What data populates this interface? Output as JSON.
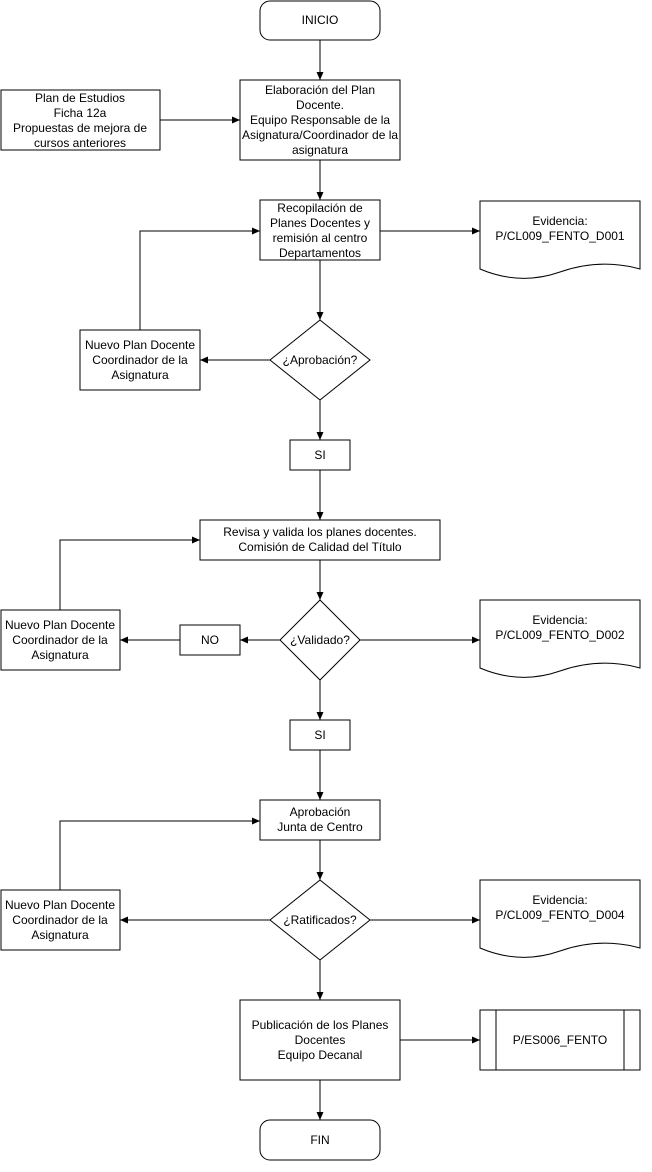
{
  "diagram": {
    "colors": {
      "stroke": "#000000",
      "fill": "#ffffff",
      "text": "#000000"
    },
    "nodes": {
      "inicio": [
        "INICIO"
      ],
      "inputs": [
        "Plan de Estudios",
        "Ficha 12a",
        "Propuestas de mejora de",
        "cursos anteriores"
      ],
      "elaboracion": [
        "Elaboración del Plan",
        "Docente.",
        "Equipo Responsable de la",
        "Asignatura/Coordinador de la",
        "asignatura"
      ],
      "recopilacion": [
        "Recopilación de",
        "Planes Docentes y",
        "remisión al centro",
        "Departamentos"
      ],
      "evidencia1": [
        "Evidencia:",
        "P/CL009_FENTO_D001"
      ],
      "nuevo1": [
        "Nuevo Plan Docente",
        "Coordinador de la",
        "Asignatura"
      ],
      "decision1": [
        "¿Aprobación?"
      ],
      "si1": [
        "SI"
      ],
      "revisa": [
        "Revisa y valida los planes docentes.",
        "Comisión de Calidad del Título"
      ],
      "nuevo2": [
        "Nuevo Plan Docente",
        "Coordinador de la",
        "Asignatura"
      ],
      "no": [
        "NO"
      ],
      "decision2": [
        "¿Validado?"
      ],
      "evidencia2": [
        "Evidencia:",
        "P/CL009_FENTO_D002"
      ],
      "si2": [
        "SI"
      ],
      "junta": [
        "Aprobación",
        "Junta de Centro"
      ],
      "nuevo3": [
        "Nuevo Plan Docente",
        "Coordinador de la",
        "Asignatura"
      ],
      "decision3": [
        "¿Ratificados?"
      ],
      "evidencia3": [
        "Evidencia:",
        "P/CL009_FENTO_D004"
      ],
      "publicacion": [
        "Publicación de los Planes",
        "Docentes",
        "Equipo Decanal"
      ],
      "proceso": [
        "P/ES006_FENTO"
      ],
      "fin": [
        "FIN"
      ]
    }
  }
}
